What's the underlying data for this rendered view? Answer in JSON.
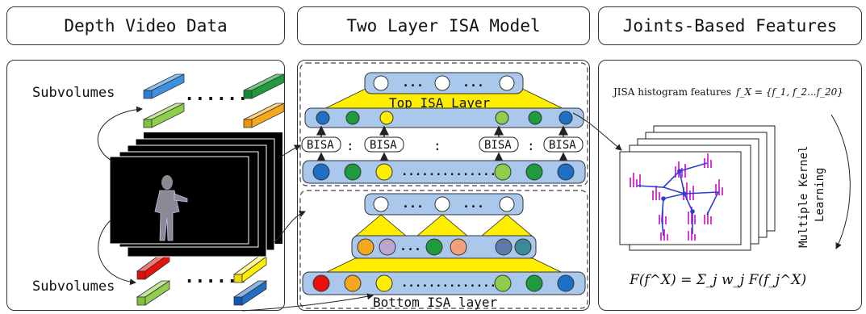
{
  "headers": {
    "left": "Depth Video Data",
    "middle": "Two Layer ISA Model",
    "right": "Joints-Based Features"
  },
  "left_panel": {
    "subvolumes_top": "Subvolumes",
    "subvolumes_bottom": "Subvolumes",
    "dots": "......"
  },
  "middle_panel": {
    "top_layer_label": "Top ISA Layer",
    "bottom_layer_label": "Bottom ISA layer",
    "bisa_label": "BISA",
    "ellipsis": "...",
    "long_dots": "..............",
    "colon": ":"
  },
  "right_panel": {
    "histogram_text": "JISA histogram features",
    "histogram_formula": "f_X = {f_1, f_2...f_20}",
    "mkl_line1": "Multiple Kernel",
    "mkl_line2": "Learning",
    "fusion_formula": "F(f^X) = Σ_j w_j F(f_j^X)"
  },
  "colors": {
    "node_blue": "#1f6fc4",
    "node_green": "#1f9a3e",
    "node_yellow": "#ffee00",
    "node_light_green": "#8fce4c",
    "node_orange": "#f5a81d",
    "node_lilac": "#b9a7cc",
    "node_salmon": "#f4a07a",
    "node_slate": "#5f79a8",
    "node_teal": "#3a8a9a",
    "node_red": "#e8120c",
    "bar_fill": "#a9c8ec",
    "layer_yellow": "#ffee00",
    "histogram": "#d63bd6",
    "skeleton": "#2a3fd0"
  }
}
